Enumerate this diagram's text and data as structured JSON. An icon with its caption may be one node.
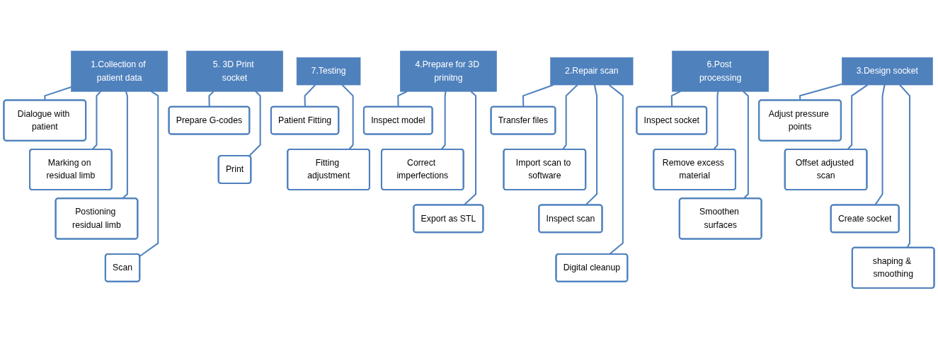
{
  "diagram": {
    "nodes": [
      {
        "text": [
          "1.Collection of patient data"
        ]
      },
      {
        "text": [
          "Dialogue with patient"
        ]
      },
      {
        "text": [
          "Marking on residual limb"
        ]
      },
      {
        "text": [
          "Postioning residual limb"
        ]
      },
      {
        "text": [
          "Scan"
        ]
      },
      {
        "text": [
          "2.Repair scan"
        ]
      },
      {
        "text": [
          "Transfer files"
        ]
      },
      {
        "text": [
          "Import scan to software"
        ]
      },
      {
        "text": [
          "Inspect scan"
        ]
      },
      {
        "text": [
          "Digital cleanup"
        ]
      },
      {
        "text": [
          "3.Design socket"
        ]
      },
      {
        "text": [
          "Adjust pressure points"
        ]
      },
      {
        "text": [
          "Offset adjusted scan"
        ]
      },
      {
        "text": [
          "Create socket"
        ]
      },
      {
        "text": [
          "shaping & smoothing"
        ]
      },
      {
        "text": [
          "4.Prepare for 3D prinitng"
        ]
      },
      {
        "text": [
          "Inspect model"
        ]
      },
      {
        "text": [
          "Correct imperfections"
        ]
      },
      {
        "text": [
          "Export as STL"
        ]
      },
      {
        "text": [
          "5. 3D Print socket"
        ]
      },
      {
        "text": [
          "Prepare G-codes"
        ]
      },
      {
        "text": [
          "Print"
        ]
      },
      {
        "text": [
          "6.Post processing"
        ]
      },
      {
        "text": [
          "Inspect socket"
        ]
      },
      {
        "text": [
          "Remove excess material"
        ]
      },
      {
        "text": [
          "Smoothen surfaces"
        ]
      },
      {
        "text": [
          "7.Testing"
        ]
      },
      {
        "text": [
          "Patient Fitting"
        ]
      },
      {
        "text": [
          "Fitting adjustment"
        ]
      }
    ],
    "edges": [
      {
        "from": 0,
        "to": 1,
        "arrow": "none"
      },
      {
        "from": 0,
        "to": 2,
        "arrow": "none"
      },
      {
        "from": 0,
        "to": 3,
        "arrow": "none"
      },
      {
        "from": 0,
        "to": 4,
        "arrow": "none"
      },
      {
        "from": 5,
        "to": 6,
        "arrow": "none"
      },
      {
        "from": 5,
        "to": 7,
        "arrow": "none"
      },
      {
        "from": 5,
        "to": 8,
        "arrow": "none"
      },
      {
        "from": 5,
        "to": 9,
        "arrow": "none"
      },
      {
        "from": 10,
        "to": 11,
        "arrow": "none"
      },
      {
        "from": 10,
        "to": 12,
        "arrow": "none"
      },
      {
        "from": 10,
        "to": 13,
        "arrow": "none"
      },
      {
        "from": 10,
        "to": 14,
        "arrow": "none"
      },
      {
        "from": 15,
        "to": 16,
        "arrow": "none"
      },
      {
        "from": 15,
        "to": 17,
        "arrow": "none"
      },
      {
        "from": 15,
        "to": 18,
        "arrow": "none"
      },
      {
        "from": 19,
        "to": 20,
        "arrow": "none"
      },
      {
        "from": 19,
        "to": 21,
        "arrow": "none"
      },
      {
        "from": 22,
        "to": 23,
        "arrow": "none"
      },
      {
        "from": 22,
        "to": 24,
        "arrow": "none"
      },
      {
        "from": 22,
        "to": 25,
        "arrow": "none"
      },
      {
        "from": 26,
        "to": 27,
        "arrow": "none"
      },
      {
        "from": 26,
        "to": 28,
        "arrow": "none"
      }
    ]
  }
}
